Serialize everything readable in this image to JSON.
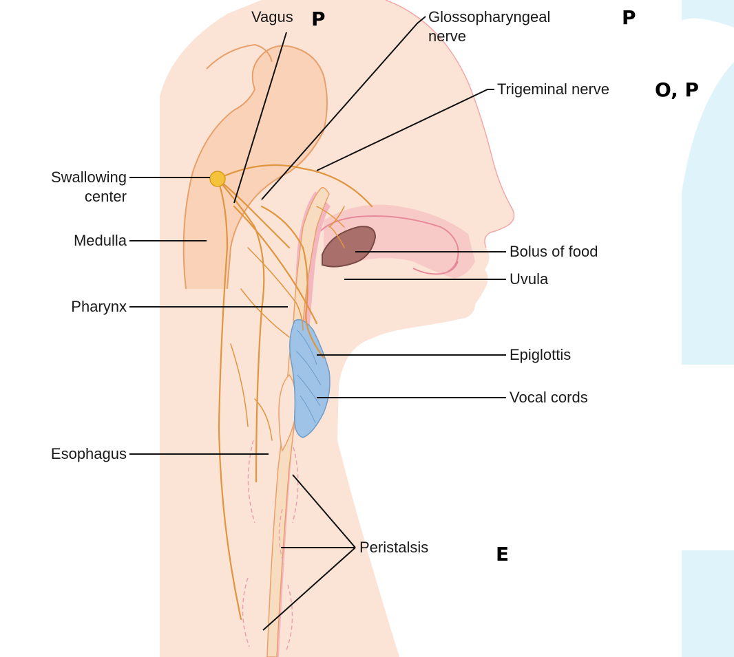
{
  "colors": {
    "skin": "#fbe3d6",
    "brain": "#f9d2b8",
    "brain_outline": "#e8a06a",
    "nerve": "#e0953e",
    "pharynx": "#f4b7c2",
    "esophagus": "#f8dcc0",
    "bolus": "#a9706b",
    "epiglottis": "#9ec3e6",
    "swallowing_center": "#f5c33b",
    "watermark": "#dff3fb"
  },
  "labels": {
    "vagus": "Vagus",
    "glossopharyngeal_line1": "Glossopharyngeal",
    "glossopharyngeal_line2": "nerve",
    "trigeminal": "Trigeminal nerve",
    "swallowing_line1": "Swallowing",
    "swallowing_line2": "center",
    "medulla": "Medulla",
    "pharynx": "Pharynx",
    "esophagus": "Esophagus",
    "bolus": "Bolus of food",
    "uvula": "Uvula",
    "epiglottis": "Epiglottis",
    "vocal_cords": "Vocal cords",
    "peristalsis": "Peristalsis"
  },
  "marks": {
    "vagus": "P",
    "glossopharyngeal": "P",
    "trigeminal": "O, P",
    "peristalsis": "E"
  }
}
